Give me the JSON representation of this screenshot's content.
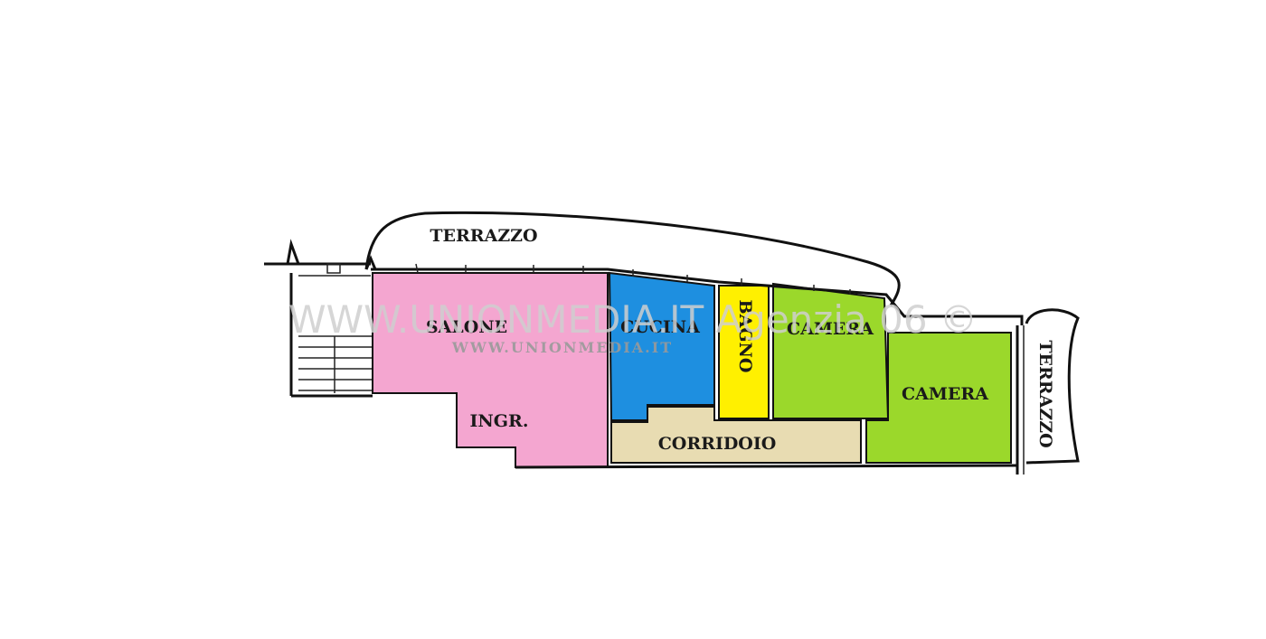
{
  "rooms": {
    "terrazzo_top": "TERRAZZO",
    "salone": "SALONE",
    "ingresso": "INGR.",
    "cucina": "CUCINA",
    "bagno": "BAGNO",
    "camera_1": "CAMERA",
    "camera_2": "CAMERA",
    "corridoio": "CORRIDOIO",
    "terrazzo_right": "TERRAZZO"
  },
  "watermark": {
    "main": "WWW.UNIONMEDIA.IT Agenzia 06 ©",
    "url": "WWW.UNIONMEDIA.IT"
  },
  "colors": {
    "salone": "#f4a6d0",
    "cucina": "#1e8fe0",
    "bagno": "#fff000",
    "camera": "#9bd82b",
    "corridoio": "#e8dcb2"
  }
}
